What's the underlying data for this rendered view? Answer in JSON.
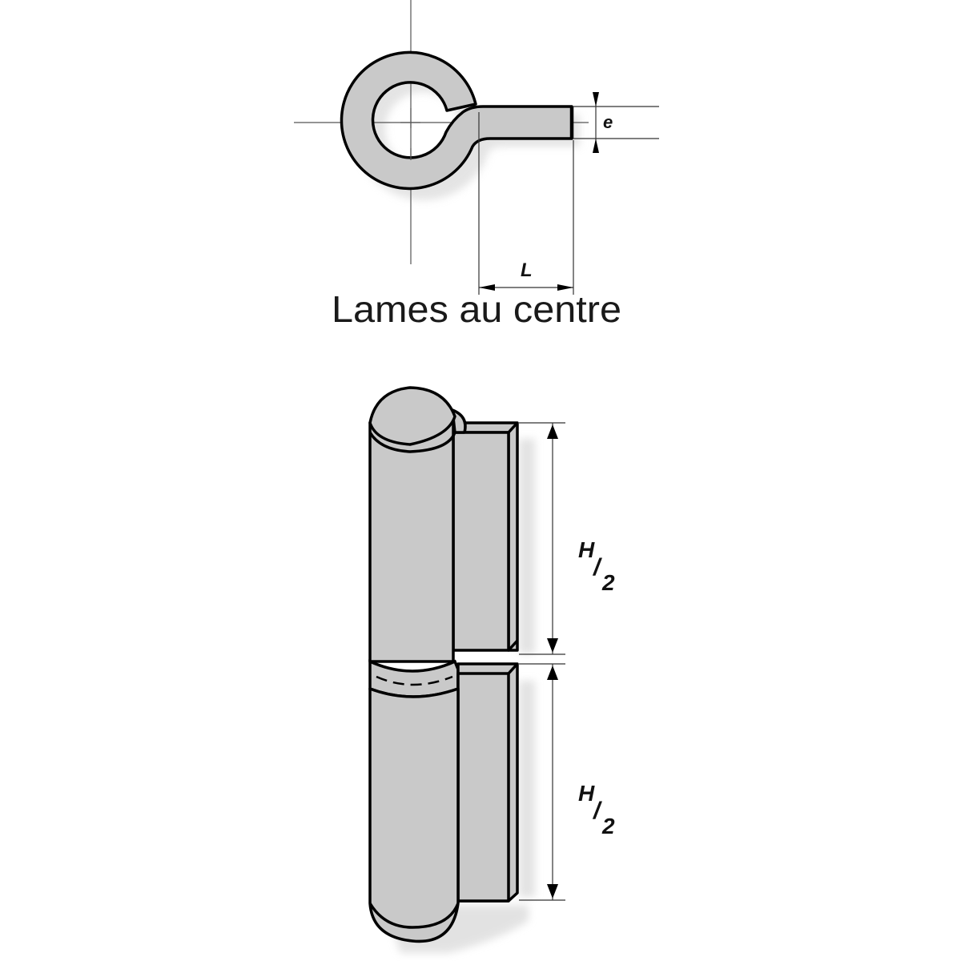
{
  "top_view": {
    "caption": "Lames au centre",
    "dim_thickness": "e",
    "dim_length": "L"
  },
  "side_view": {
    "upper_label_h": "H",
    "upper_label_slash": "/",
    "upper_label_2": "2",
    "lower_label_h": "H",
    "lower_label_slash": "/",
    "lower_label_2": "2"
  },
  "colors": {
    "fill": "#c9c9c9",
    "stroke": "#000000",
    "shadow": "#e6e6e6",
    "construction_line": "#555555"
  }
}
